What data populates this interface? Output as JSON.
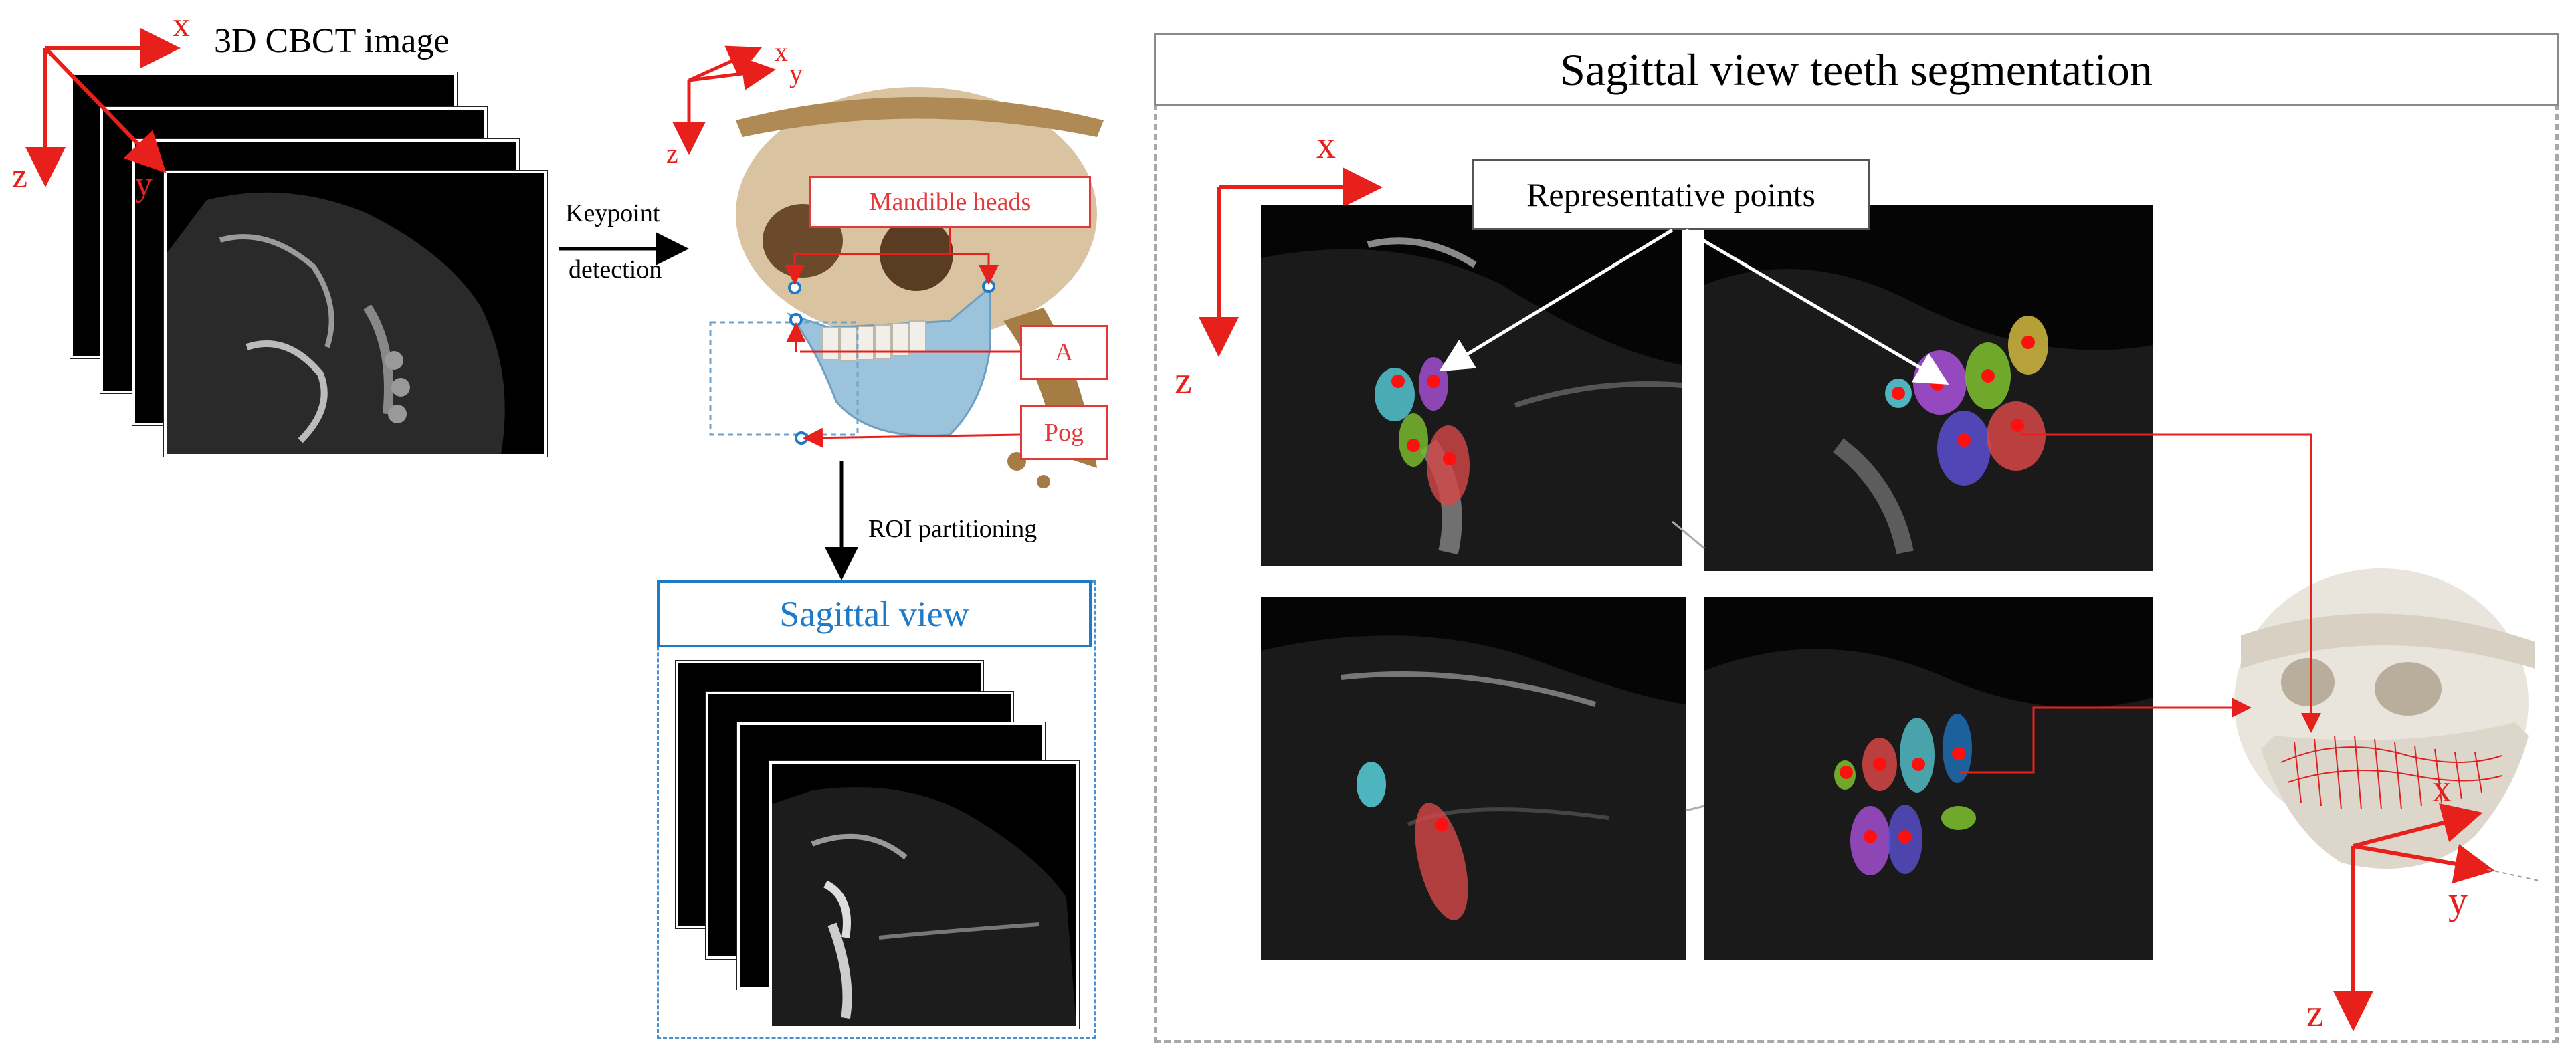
{
  "cbct": {
    "title": "3D CBCT image",
    "axes": {
      "x": "x",
      "y": "y",
      "z": "z"
    }
  },
  "step1": {
    "label_line1": "Keypoint",
    "label_line2": "detection"
  },
  "skull": {
    "axes": {
      "x": "x",
      "y": "y",
      "z": "z"
    },
    "landmarks": {
      "mandible": "Mandible heads",
      "a": "A",
      "pog": "Pog"
    }
  },
  "step2": {
    "label": "ROI partitioning"
  },
  "sagittal_view": {
    "title": "Sagittal view"
  },
  "segmentation": {
    "title": "Sagittal view teeth segmentation",
    "callout": "Representative points",
    "axes": {
      "x": "x",
      "z": "z"
    }
  },
  "model3d": {
    "axes": {
      "x": "x",
      "y": "y",
      "z": "z"
    }
  },
  "colors": {
    "red": "#e8201c",
    "blue": "#1f7ac8",
    "gray": "#a8a8a8"
  }
}
